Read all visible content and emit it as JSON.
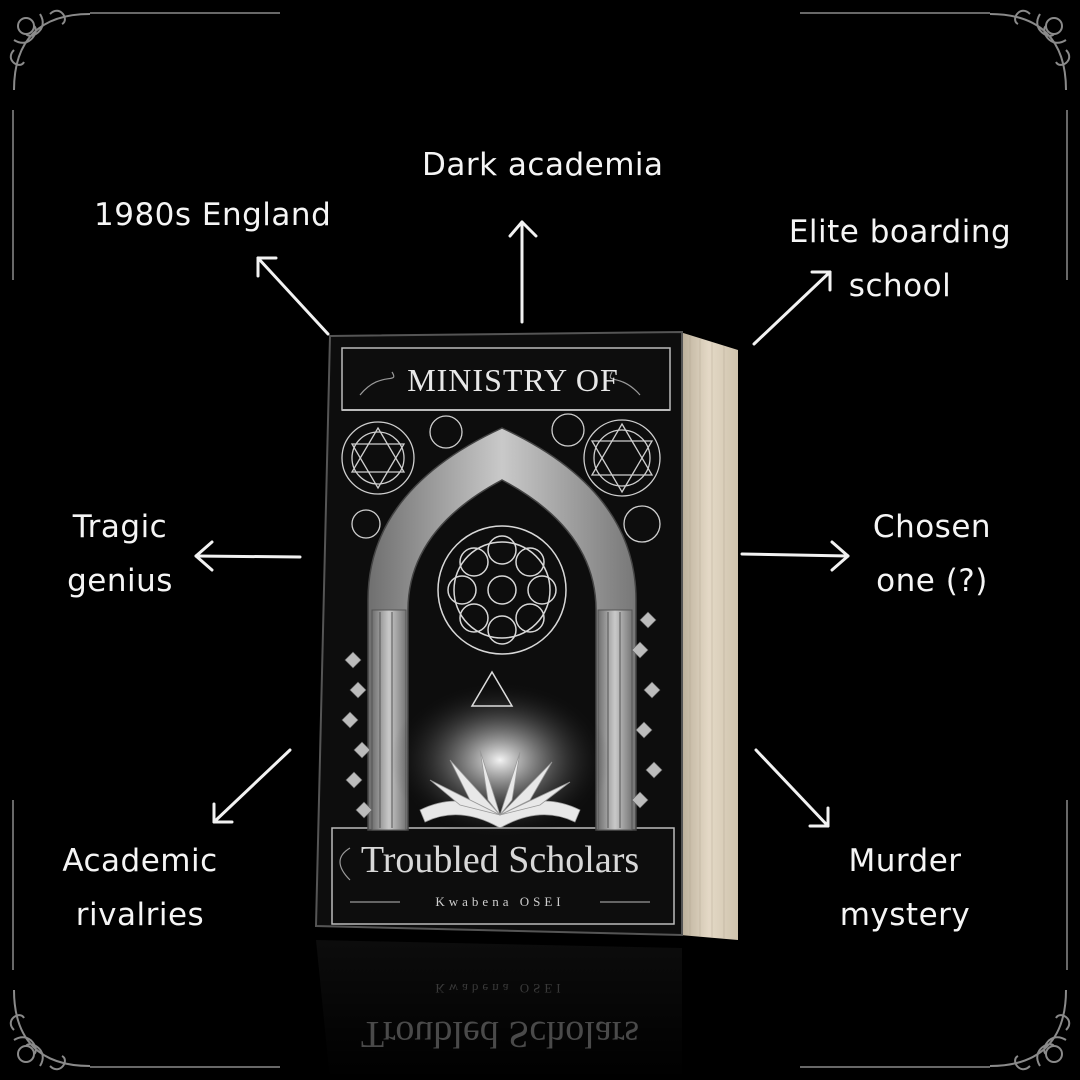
{
  "tropes": {
    "dark_academia": "Dark academia",
    "england_1980s": "1980s England",
    "boarding_school": "Elite boarding\nschool",
    "tragic_genius": "Tragic\ngenius",
    "chosen_one": "Chosen\none (?)",
    "academic_rivalries": "Academic\nrivalries",
    "murder_mystery": "Murder\nmystery"
  },
  "book": {
    "title_top": "MINISTRY OF",
    "title_main": "Troubled Scholars",
    "author": "Kwabena OSEI"
  },
  "colors": {
    "background": "#000000",
    "text": "#f5f5f5",
    "page_edges": "#d9cdb8"
  }
}
